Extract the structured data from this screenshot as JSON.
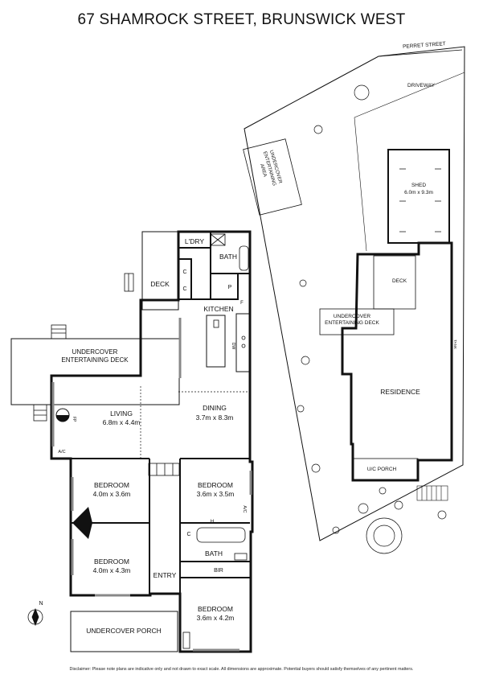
{
  "title": "67 SHAMROCK STREET, BRUNSWICK WEST",
  "disclaimer": "Disclaimer: Please note plans are indicative only and not drawn to exact scale. All dimensions are approximate. Potential buyers should satisfy themselves of any pertinent matters.",
  "compass": "N",
  "floor_plan": {
    "deck": "DECK",
    "laundry": "L'DRY",
    "bath_upper": "BATH",
    "cupboard_c1": "C",
    "cupboard_c2": "C",
    "pantry": "P",
    "fridge": "F",
    "kitchen": "KITCHEN",
    "dishwasher": "DW",
    "entertaining_deck": "UNDERCOVER\nENTERTAINING DECK",
    "living": {
      "name": "LIVING",
      "size": "6.8m x 4.4m"
    },
    "fireplace": "FP",
    "dining": {
      "name": "DINING",
      "size": "3.7m x 8.3m"
    },
    "aircon_left": "A/C",
    "aircon_right": "A/C",
    "bedroom_1": {
      "name": "BEDROOM",
      "size": "4.0m x 3.6m"
    },
    "bedroom_2": {
      "name": "BEDROOM",
      "size": "3.6m x 3.5m"
    },
    "bedroom_3": {
      "name": "BEDROOM",
      "size": "4.0m x 4.3m"
    },
    "bedroom_4": {
      "name": "BEDROOM",
      "size": "3.6m x 4.2m"
    },
    "heater": "H",
    "cupboard_c3": "C",
    "bath_lower": "BATH",
    "bir": "BIR",
    "entry": "ENTRY",
    "porch": "UNDERCOVER PORCH"
  },
  "site_plan": {
    "street": "PERRET STREET",
    "driveway": "DRIVEWAY",
    "entertaining_area": "UNDERCOVER\nENTERTAINING\nAREA",
    "shed": {
      "name": "SHED",
      "size": "6.0m x 9.3m"
    },
    "deck": "DECK",
    "entertaining_deck": "UNDERCOVER\nENTERTAINING DECK",
    "residence": "RESIDENCE",
    "tank": "TANK",
    "porch": "U/C PORCH"
  }
}
